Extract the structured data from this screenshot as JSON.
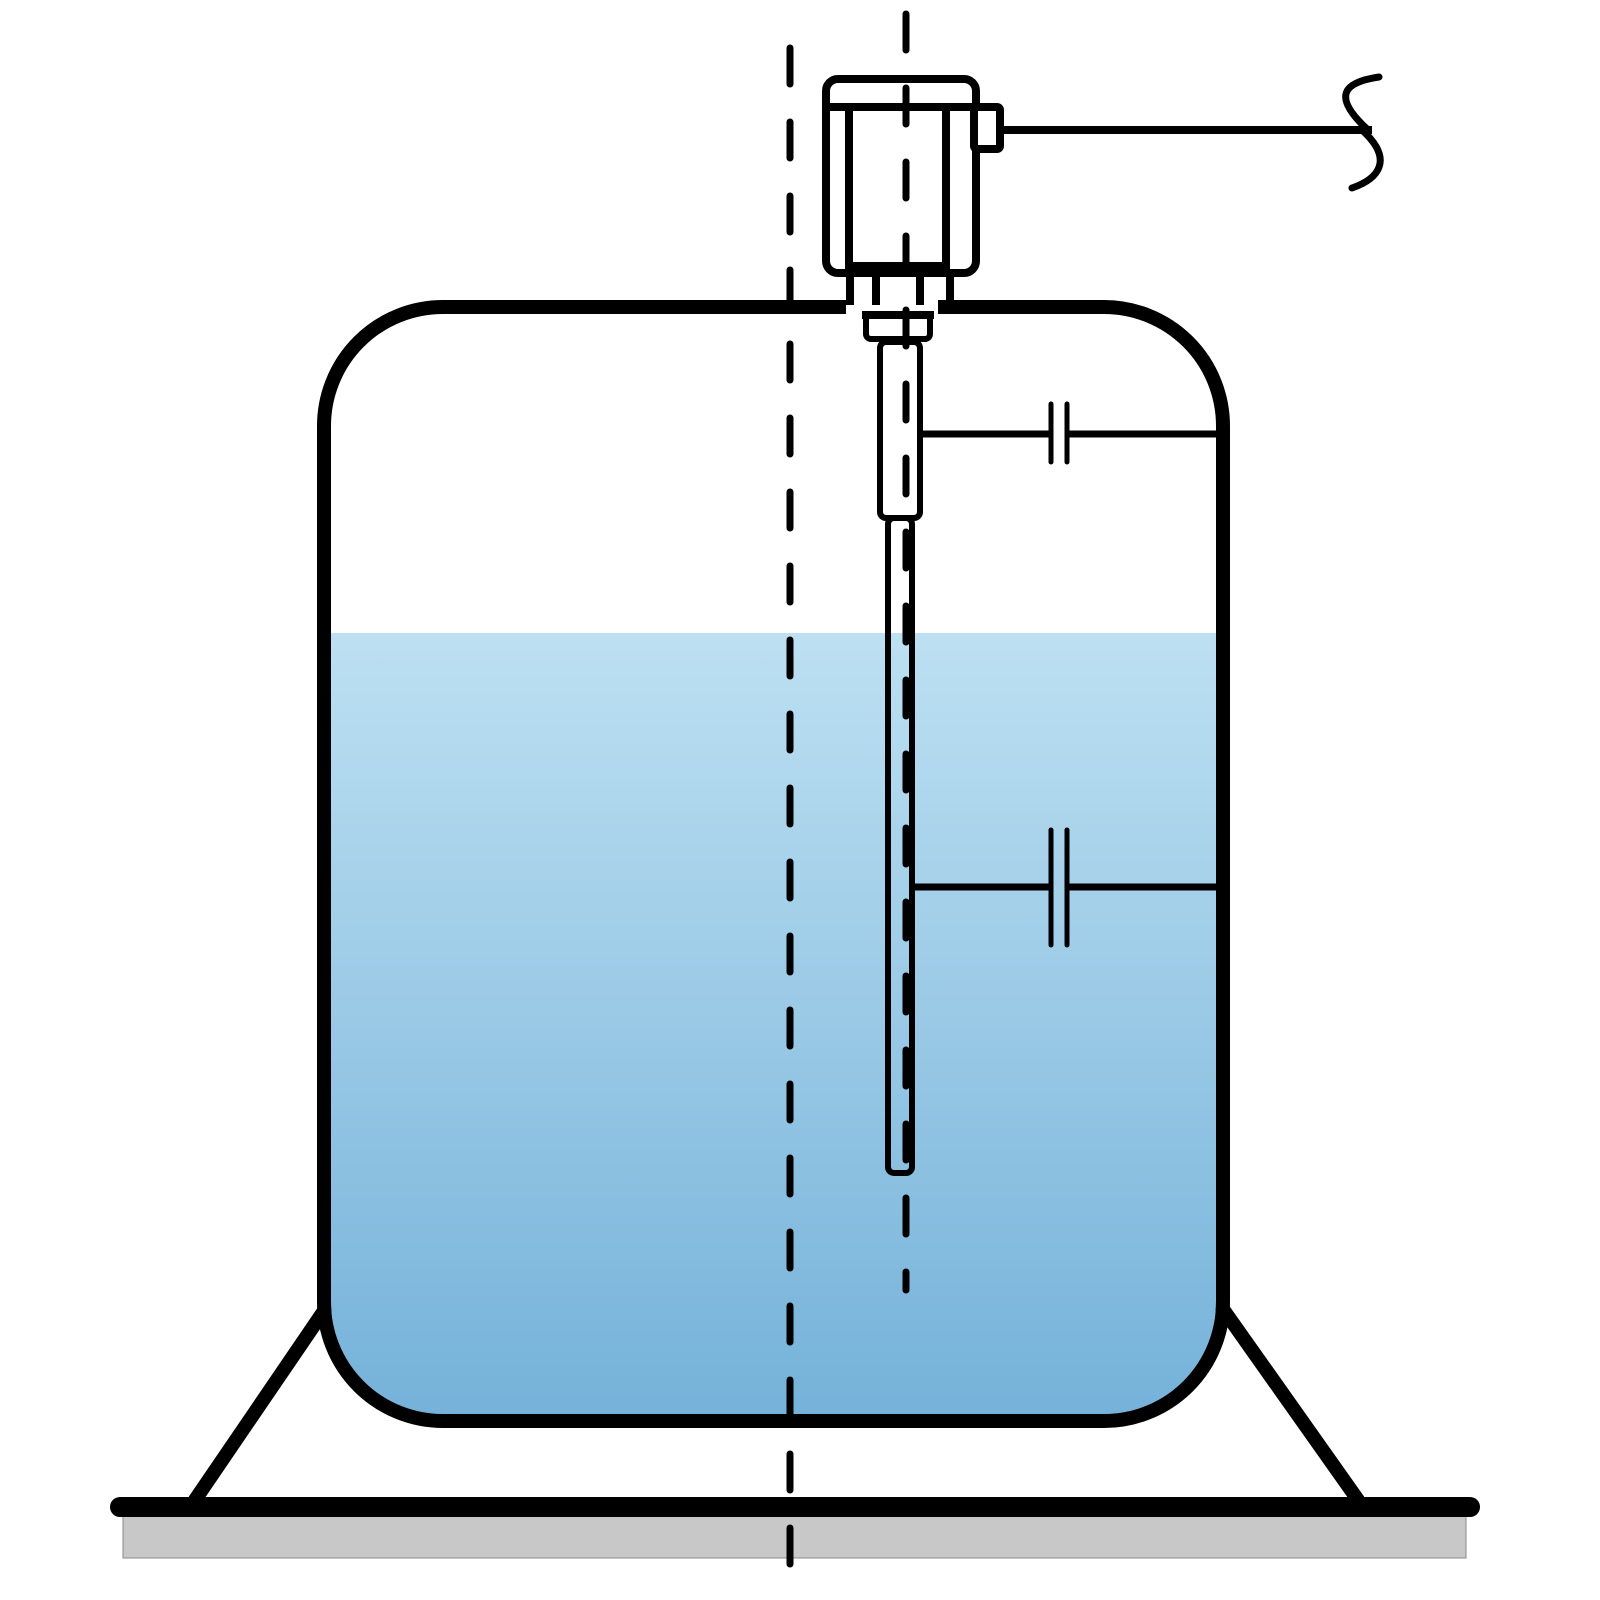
{
  "diagram": {
    "subject": "capacitive-level-probe-in-tank",
    "components": [
      {
        "id": "tank",
        "icon": "tank-icon"
      },
      {
        "id": "liquid",
        "icon": "liquid-fill"
      },
      {
        "id": "support-frame",
        "icon": "tank-legs"
      },
      {
        "id": "ground",
        "icon": "ground-plate"
      },
      {
        "id": "probe-housing",
        "icon": "sensor-head-icon"
      },
      {
        "id": "probe-rod",
        "icon": "probe-rod"
      },
      {
        "id": "cable",
        "icon": "signal-cable-icon"
      },
      {
        "id": "capacitor-air",
        "icon": "capacitor-symbol"
      },
      {
        "id": "capacitor-liquid",
        "icon": "capacitor-symbol"
      }
    ],
    "liquid_fill_level": 0.71,
    "colors": {
      "stroke": "#000000",
      "liquid_top": "#bde0f2",
      "liquid_bottom": "#74b1d9",
      "ground": "#c8c8c8",
      "background": "#ffffff"
    }
  }
}
